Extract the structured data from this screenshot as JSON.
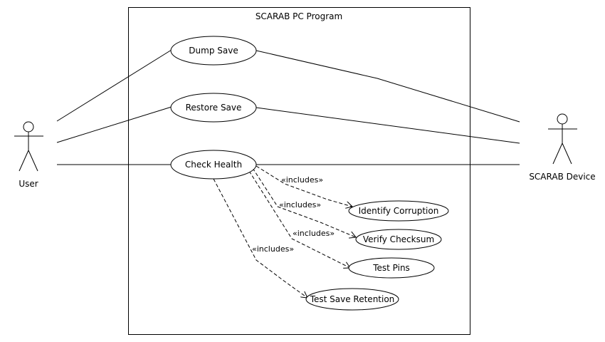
{
  "system": {
    "title": "SCARAB PC Program"
  },
  "actors": {
    "user": {
      "name": "User"
    },
    "device": {
      "name": "SCARAB Device"
    }
  },
  "use_cases": {
    "dump_save": "Dump Save",
    "restore_save": "Restore Save",
    "check_health": "Check Health",
    "identify_corruption": "Identify Corruption",
    "verify_checksum": "Verify Checksum",
    "test_pins": "Test Pins",
    "test_save_retention": "Test Save Retention"
  },
  "relations": {
    "includes_label": "«includes»"
  }
}
